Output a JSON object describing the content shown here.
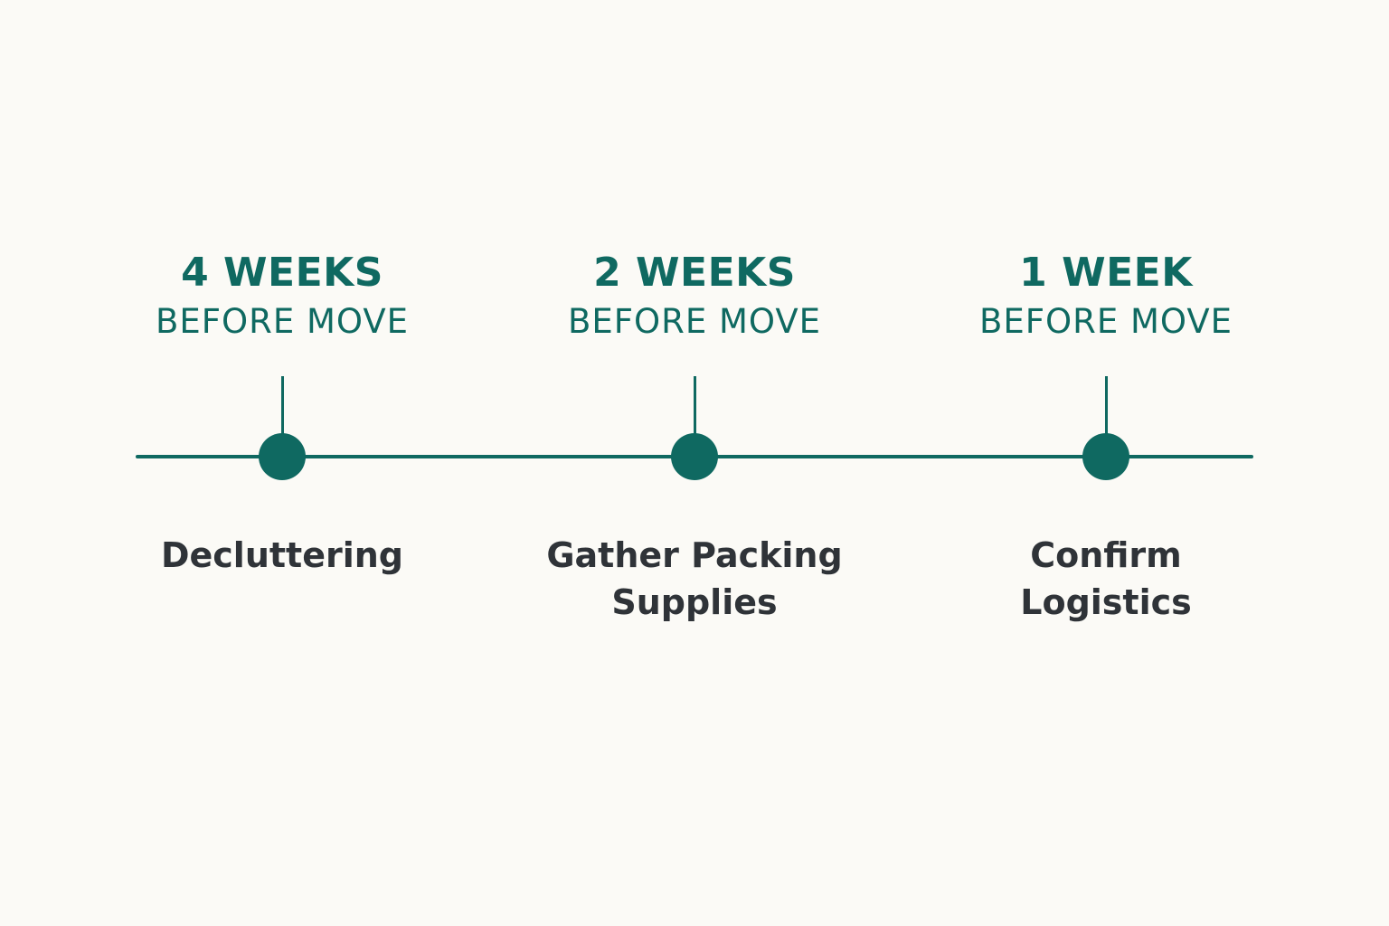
{
  "timeline": {
    "milestones": [
      {
        "period": "4 WEEKS",
        "qualifier": "BEFORE MOVE",
        "task": "Decluttering"
      },
      {
        "period": "2 WEEKS",
        "qualifier": "BEFORE MOVE",
        "task": "Gather Packing\nSupplies"
      },
      {
        "period": "1 WEEK",
        "qualifier": "BEFORE MOVE",
        "task": "Confirm\nLogistics"
      }
    ]
  },
  "colors": {
    "accent": "#0f6961",
    "text": "#2f3338",
    "background": "#fbfaf6"
  }
}
